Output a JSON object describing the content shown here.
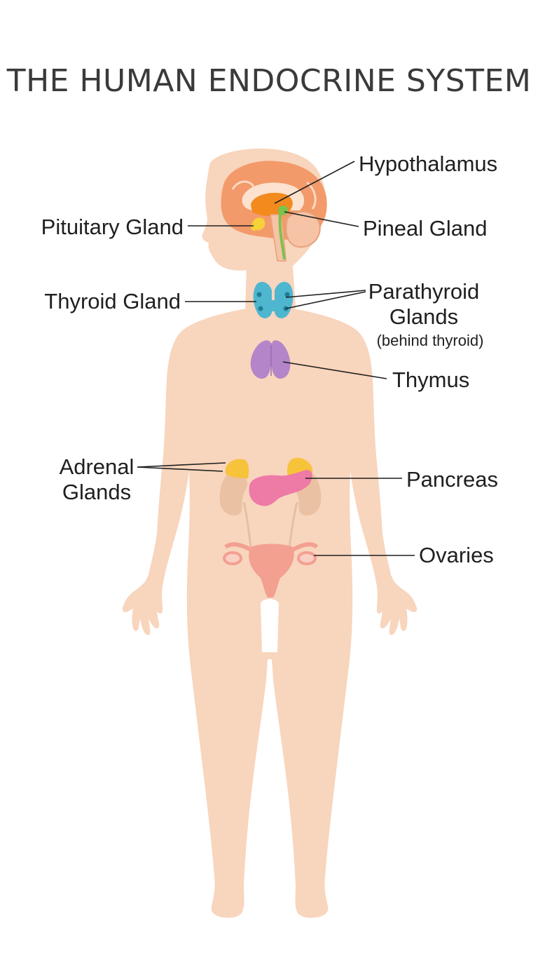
{
  "title": "THE HUMAN ENDOCRINE SYSTEM",
  "labels": {
    "hypothalamus": "Hypothalamus",
    "pituitary": "Pituitary Gland",
    "pineal": "Pineal Gland",
    "thyroid": "Thyroid Gland",
    "parathyroid_line1": "Parathyroid",
    "parathyroid_line2": "Glands",
    "parathyroid_note": "(behind thyroid)",
    "thymus": "Thymus",
    "adrenal_line1": "Adrenal",
    "adrenal_line2": "Glands",
    "pancreas": "Pancreas",
    "ovaries": "Ovaries"
  },
  "colors": {
    "skin": "#f8d5bd",
    "brain": "#f39a6a",
    "hypothalamus": "#f28a1e",
    "pituitary": "#f5d13a",
    "pineal": "#7cc24d",
    "thyroid": "#4fb6cf",
    "thymus": "#b485c9",
    "adrenal": "#f6c33b",
    "pancreas": "#ee7aa6",
    "kidney": "#eac1a2",
    "uterus": "#f3a091"
  }
}
